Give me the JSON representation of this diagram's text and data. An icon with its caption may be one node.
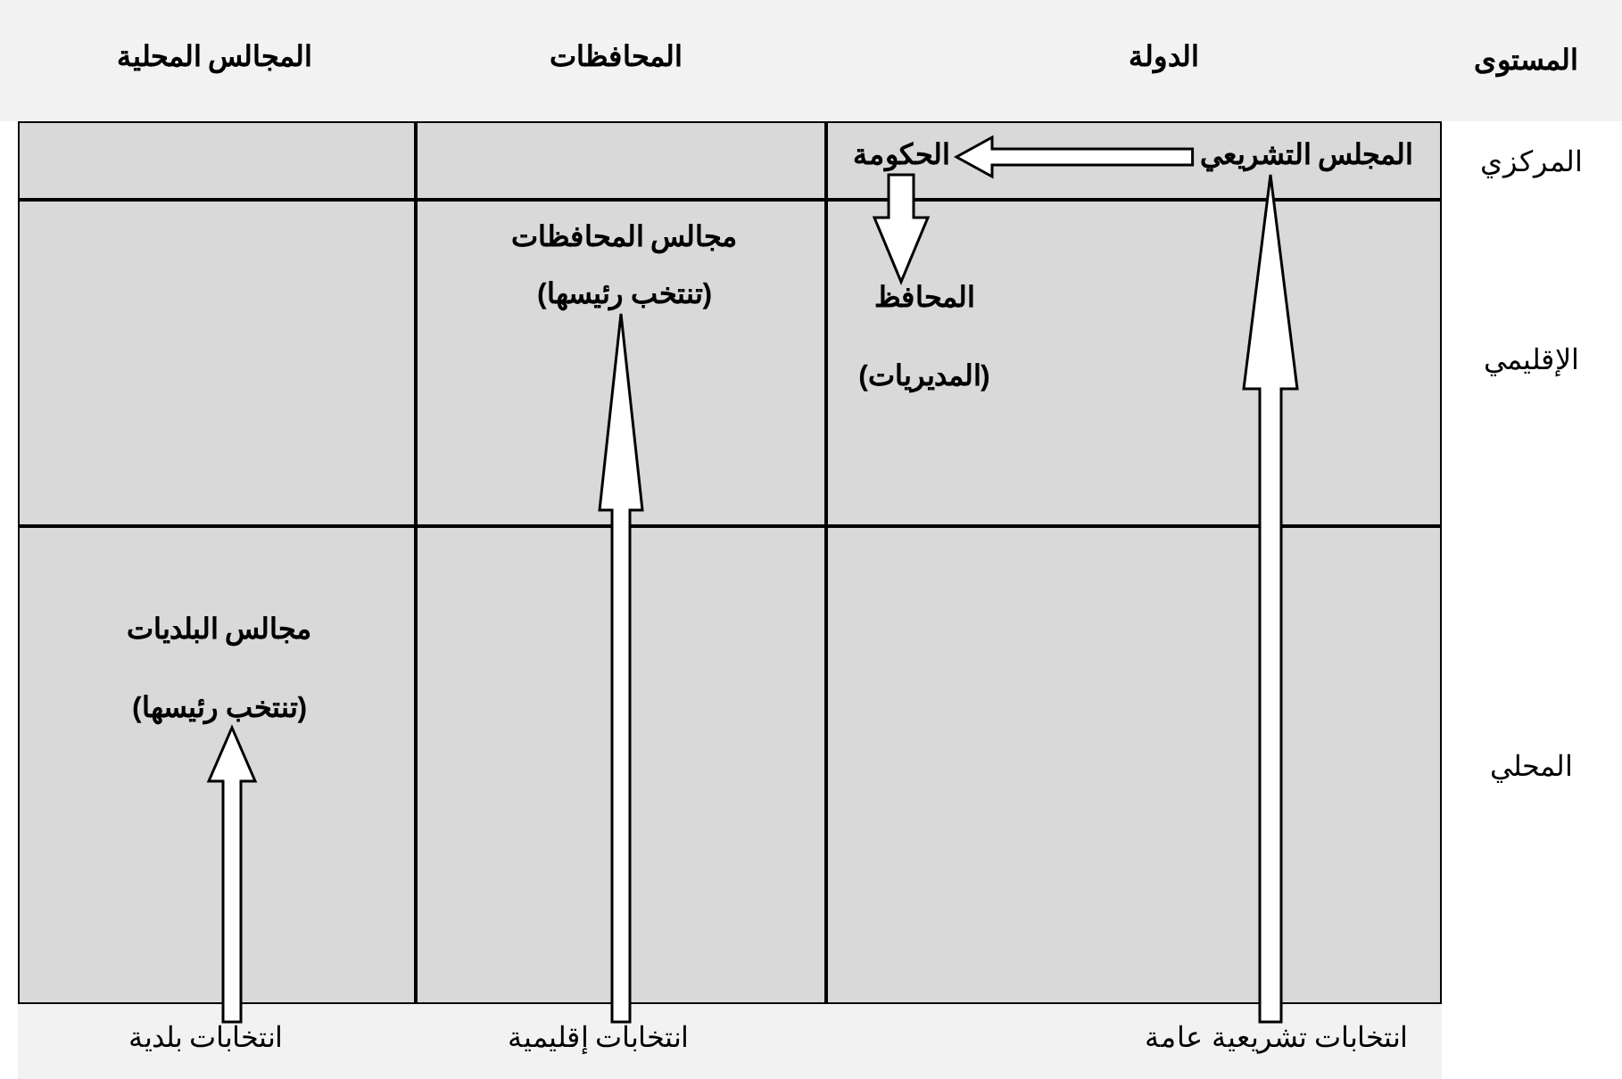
{
  "diagram": {
    "nodes": [
      {
        "text": [
          "المجلس التشريعي"
        ]
      },
      {
        "text": [
          "الحكومة"
        ]
      },
      {
        "text": [
          "المحافظ",
          "(المديريات)"
        ]
      },
      {
        "text": [
          "مجالس المحافظات",
          "(تنتخب رئيسها)"
        ]
      },
      {
        "text": [
          "مجالس البلديات",
          "(تنتخب رئيسها)"
        ]
      },
      {
        "text": [
          "انتخابات تشريعية عامة"
        ]
      },
      {
        "text": [
          "انتخابات إقليمية"
        ]
      },
      {
        "text": [
          "انتخابات بلدية"
        ]
      }
    ],
    "edges": [
      {
        "from": 0,
        "to": 1,
        "arrow": "to"
      },
      {
        "from": 1,
        "to": 2,
        "arrow": "to"
      },
      {
        "from": 5,
        "to": 0,
        "arrow": "to"
      },
      {
        "from": 6,
        "to": 3,
        "arrow": "to"
      },
      {
        "from": 7,
        "to": 4,
        "arrow": "to"
      }
    ],
    "labels": [
      "المستوى",
      "الدولة",
      "المحافظات",
      "المجالس المحلية",
      "المركزي",
      "الإقليمي",
      "المحلي"
    ]
  }
}
